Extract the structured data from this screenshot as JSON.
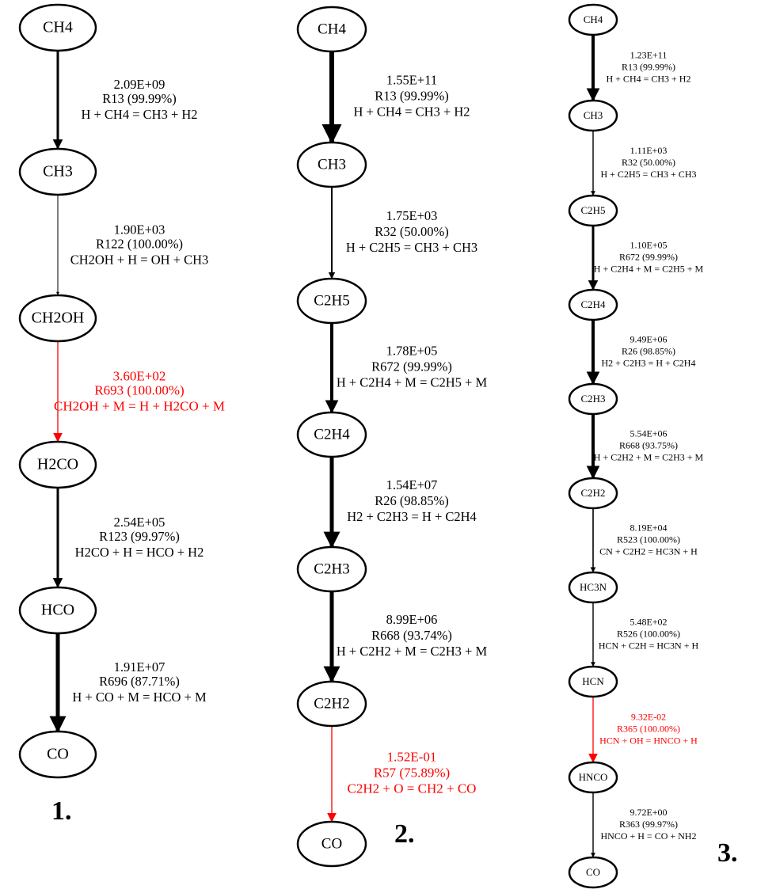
{
  "colors": {
    "normal": "#000000",
    "highlight": "#ff0000"
  },
  "panels": [
    {
      "label": "1.",
      "nodes": [
        "CH4",
        "CH3",
        "CH2OH",
        "H2CO",
        "HCO",
        "CO"
      ],
      "edges": [
        {
          "flux": "2.09E+09",
          "reaction": "R13 (99.99%)",
          "equation": "H + CH4 = CH3 + H2",
          "highlight": false
        },
        {
          "flux": "1.90E+03",
          "reaction": "R122 (100.00%)",
          "equation": "CH2OH + H = OH + CH3",
          "highlight": false
        },
        {
          "flux": "3.60E+02",
          "reaction": "R693 (100.00%)",
          "equation": "CH2OH + M = H + H2CO + M",
          "highlight": true
        },
        {
          "flux": "2.54E+05",
          "reaction": "R123 (99.97%)",
          "equation": "H2CO + H = HCO + H2",
          "highlight": false
        },
        {
          "flux": "1.91E+07",
          "reaction": "R696 (87.71%)",
          "equation": "H + CO + M = HCO + M",
          "highlight": false
        }
      ]
    },
    {
      "label": "2.",
      "nodes": [
        "CH4",
        "CH3",
        "C2H5",
        "C2H4",
        "C2H3",
        "C2H2",
        "CO"
      ],
      "edges": [
        {
          "flux": "1.55E+11",
          "reaction": "R13 (99.99%)",
          "equation": "H + CH4 = CH3 + H2",
          "highlight": false
        },
        {
          "flux": "1.75E+03",
          "reaction": "R32 (50.00%)",
          "equation": "H + C2H5 = CH3 + CH3",
          "highlight": false
        },
        {
          "flux": "1.78E+05",
          "reaction": "R672 (99.99%)",
          "equation": "H + C2H4 + M = C2H5 + M",
          "highlight": false
        },
        {
          "flux": "1.54E+07",
          "reaction": "R26 (98.85%)",
          "equation": "H2 + C2H3 = H + C2H4",
          "highlight": false
        },
        {
          "flux": "8.99E+06",
          "reaction": "R668 (93.74%)",
          "equation": "H + C2H2 + M = C2H3 + M",
          "highlight": false
        },
        {
          "flux": "1.52E-01",
          "reaction": "R57 (75.89%)",
          "equation": "C2H2 + O = CH2 + CO",
          "highlight": true
        }
      ]
    },
    {
      "label": "3.",
      "nodes": [
        "CH4",
        "CH3",
        "C2H5",
        "C2H4",
        "C2H3",
        "C2H2",
        "HC3N",
        "HCN",
        "HNCO",
        "CO"
      ],
      "edges": [
        {
          "flux": "1.23E+11",
          "reaction": "R13 (99.99%)",
          "equation": "H + CH4 = CH3 + H2",
          "highlight": false
        },
        {
          "flux": "1.11E+03",
          "reaction": "R32 (50.00%)",
          "equation": "H + C2H5 = CH3 + CH3",
          "highlight": false
        },
        {
          "flux": "1.10E+05",
          "reaction": "R672 (99.99%)",
          "equation": "H + C2H4 + M = C2H5 + M",
          "highlight": false
        },
        {
          "flux": "9.49E+06",
          "reaction": "R26 (98.85%)",
          "equation": "H2 + C2H3 = H + C2H4",
          "highlight": false
        },
        {
          "flux": "5.54E+06",
          "reaction": "R668 (93.75%)",
          "equation": "H + C2H2 + M = C2H3 + M",
          "highlight": false
        },
        {
          "flux": "8.19E+04",
          "reaction": "R523 (100.00%)",
          "equation": "CN + C2H2 = HC3N + H",
          "highlight": false
        },
        {
          "flux": "5.48E+02",
          "reaction": "R526 (100.00%)",
          "equation": "HCN + C2H = HC3N + H",
          "highlight": false
        },
        {
          "flux": "9.32E-02",
          "reaction": "R365 (100.00%)",
          "equation": "HCN + OH = HNCO + H",
          "highlight": true
        },
        {
          "flux": "9.72E+00",
          "reaction": "R363 (99.97%)",
          "equation": "HNCO + H = CO + NH2",
          "highlight": false
        }
      ]
    }
  ]
}
